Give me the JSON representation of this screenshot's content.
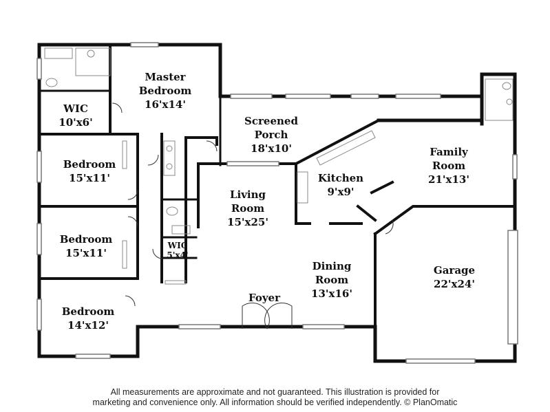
{
  "rooms": {
    "master_bedroom": {
      "name_1": "Master",
      "name_2": "Bedroom",
      "size": "16'x14'"
    },
    "wic_master": {
      "name": "WIC",
      "size": "10'x6'"
    },
    "screened_porch": {
      "name_1": "Screened",
      "name_2": "Porch",
      "size": "18'x10'"
    },
    "bedroom_1": {
      "name": "Bedroom",
      "size": "15'x11'"
    },
    "kitchen": {
      "name": "Kitchen",
      "size": "9'x9'"
    },
    "family_room": {
      "name_1": "Family",
      "name_2": "Room",
      "size": "21'x13'"
    },
    "living_room": {
      "name_1": "Living",
      "name_2": "Room",
      "size": "15'x25'"
    },
    "bedroom_2": {
      "name": "Bedroom",
      "size": "15'x11'"
    },
    "wic_hall": {
      "name": "WIC",
      "size": "5'x4'"
    },
    "dining_room": {
      "name_1": "Dining",
      "name_2": "Room",
      "size": "13'x16'"
    },
    "garage": {
      "name": "Garage",
      "size": "22'x24'"
    },
    "bedroom_3": {
      "name": "Bedroom",
      "size": "14'x12'"
    },
    "foyer": {
      "name": "Foyer"
    }
  },
  "footer": {
    "line_1": "All measurements are approximate and not guaranteed. This illustration is provided for",
    "line_2": "marketing and convenience only. All information should be verified independently. © PlanOmatic"
  }
}
